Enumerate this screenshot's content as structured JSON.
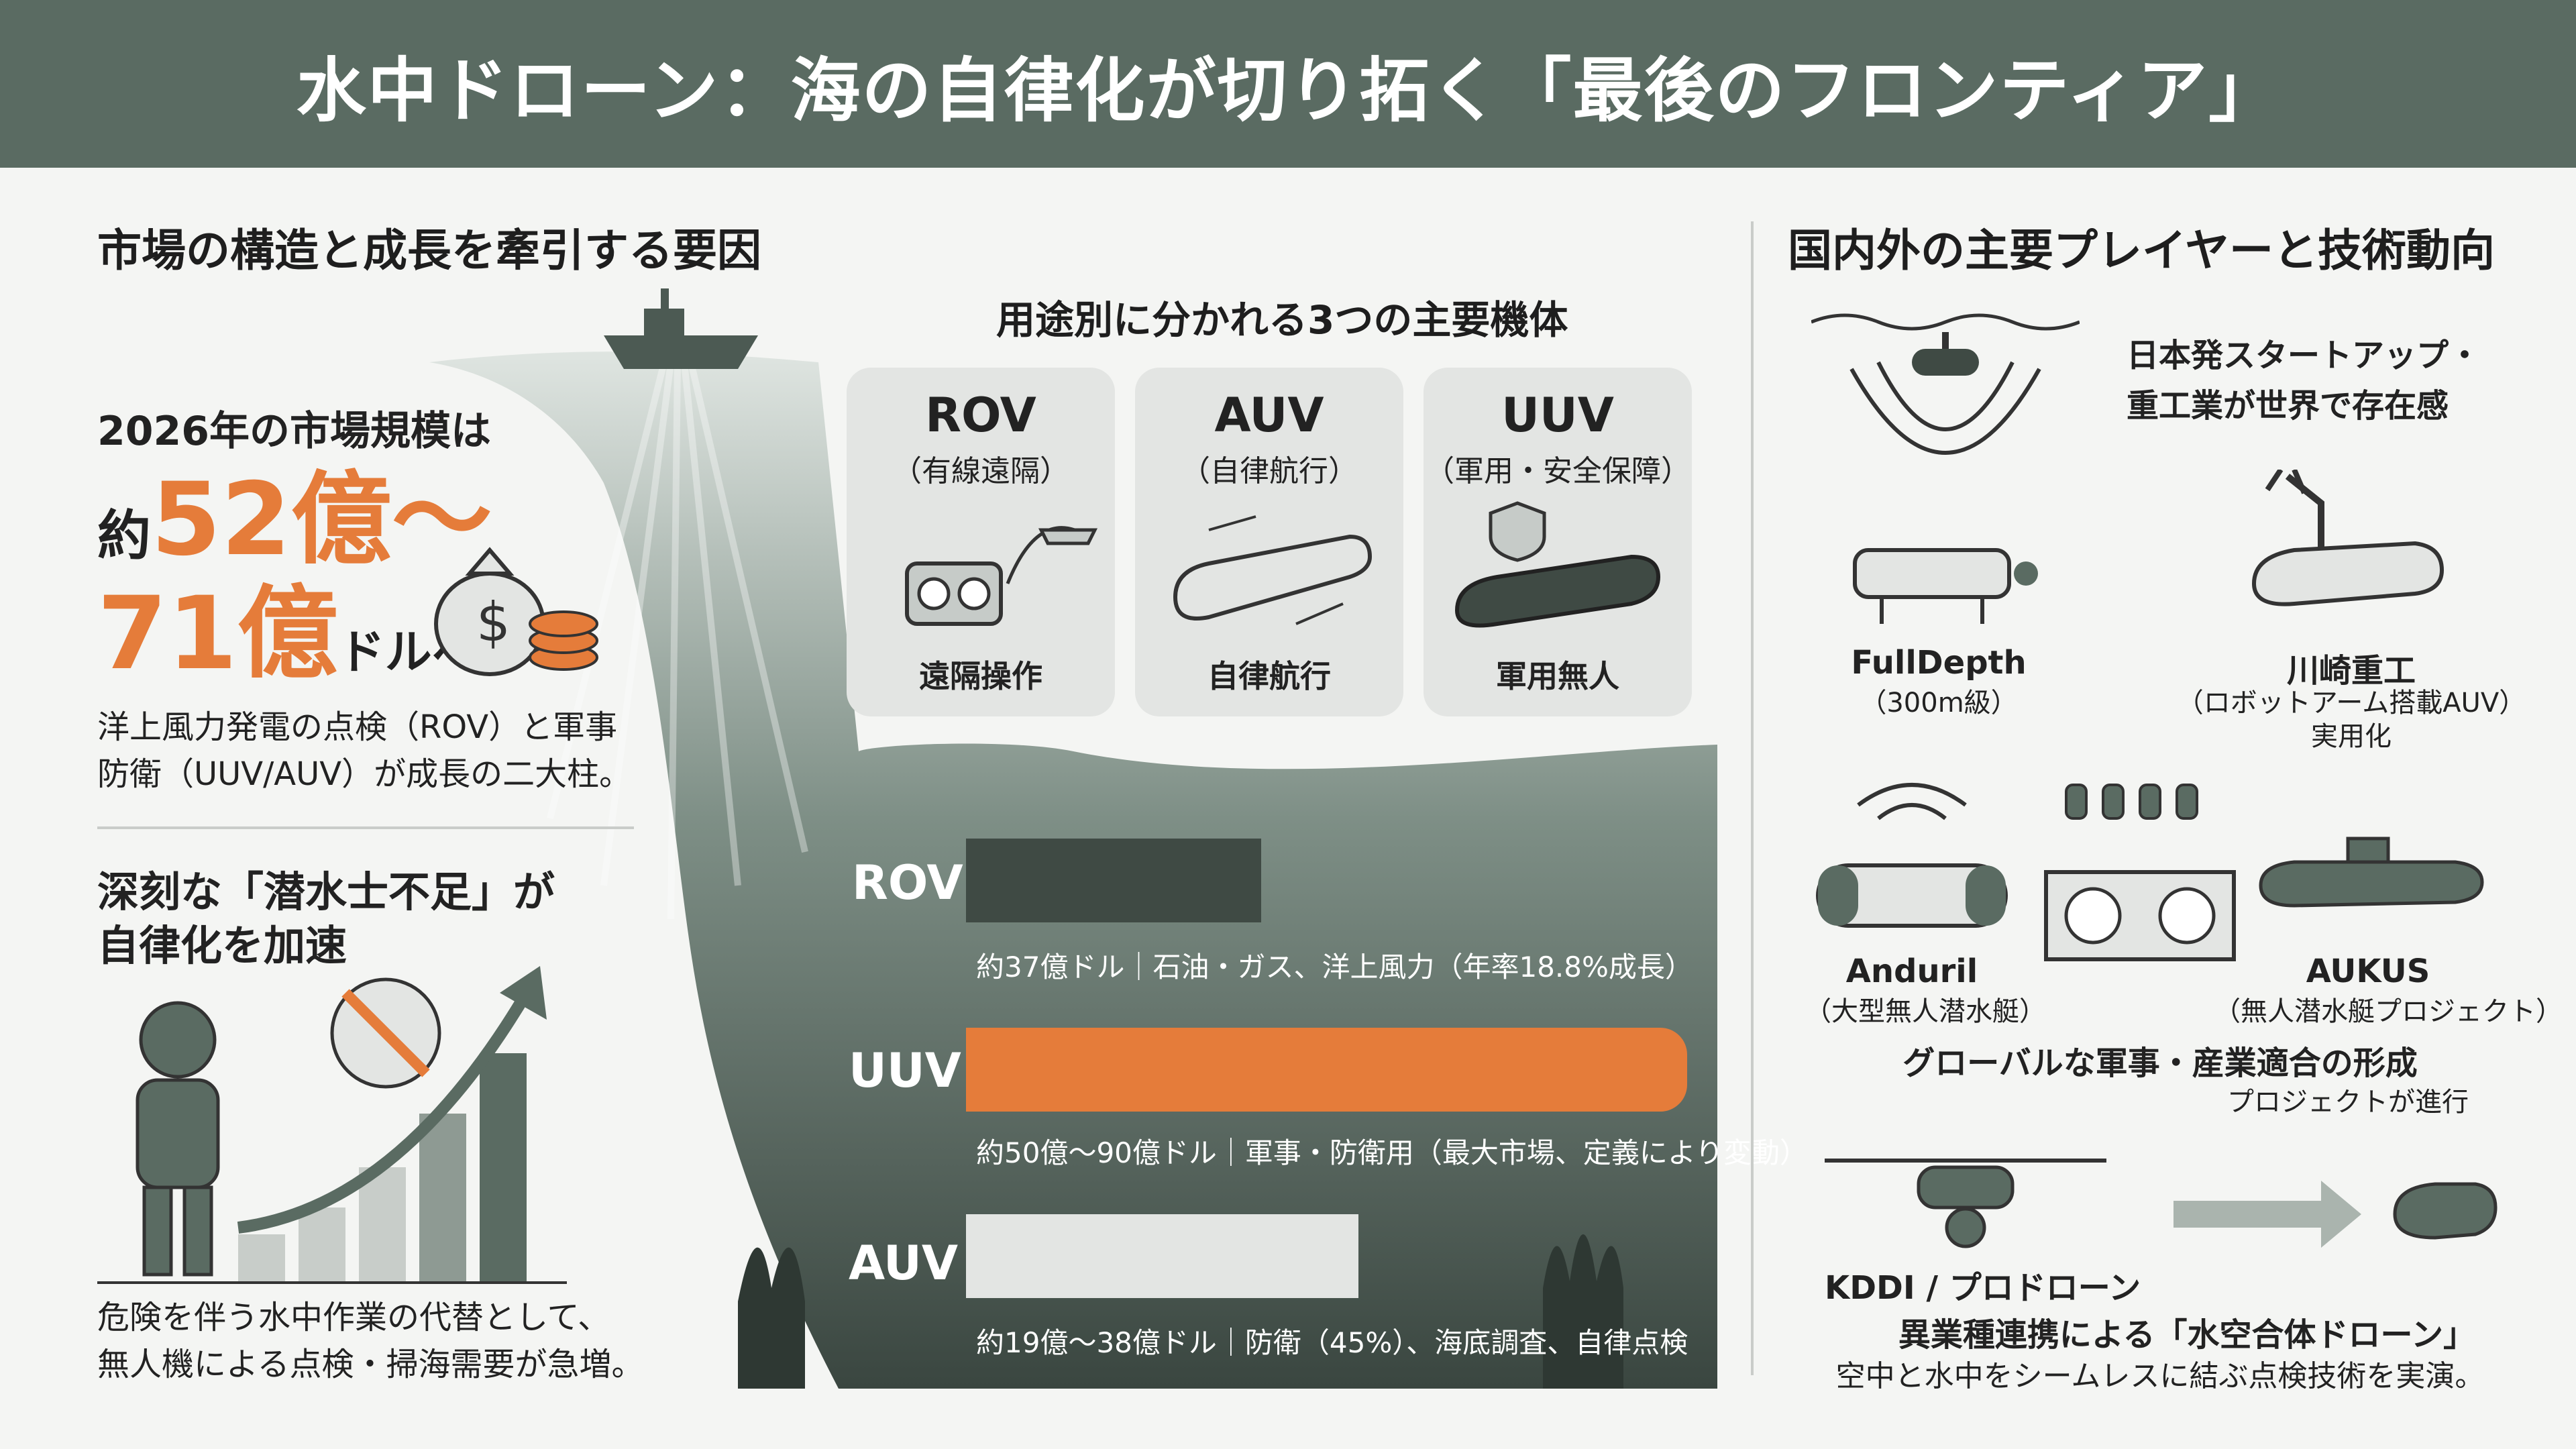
{
  "title": "水中ドローン：海の自律化が切り拓く「最後のフロンティア」",
  "left": {
    "heading": "市場の構造と成長を牽引する要因",
    "market_intro": "2026年の市場規模は",
    "market_prefix": "約",
    "market_value_1": "52億〜",
    "market_value_2": "71億",
    "market_suffix": "ドルへ",
    "market_note_1": "洋上風力発電の点検（ROV）と軍事",
    "market_note_2": "防衛（UUV/AUV）が成長の二大柱。",
    "shortage_title_1": "深刻な「潜水士不足」が",
    "shortage_title_2": "自律化を加速",
    "shortage_note_1": "危険を伴う水中作業の代替として、",
    "shortage_note_2": "無人機による点検・掃海需要が急増。"
  },
  "center": {
    "heading": "用途別に分かれる3つの主要機体",
    "cards": [
      {
        "title": "ROV",
        "sub": "（有線遠隔）",
        "foot": "遠隔操作"
      },
      {
        "title": "AUV",
        "sub": "（自律航行）",
        "foot": "自律航行"
      },
      {
        "title": "UUV",
        "sub": "（軍用・安全保障）",
        "foot": "軍用無人"
      }
    ]
  },
  "chart_data": {
    "type": "bar",
    "categories": [
      "ROV",
      "UUV",
      "AUV"
    ],
    "annotations": [
      "約37億ドル｜石油・ガス、洋上風力（年率18.8%成長）",
      "約50億〜90億ドル｜軍事・防衛用（最大市場、定義により変動）",
      "約19億〜38億ドル｜防衛（45%）、海底調査、自律点検"
    ],
    "colors": [
      "#3f4a44",
      "#e57c3a",
      "#e3e5e3"
    ]
  },
  "right": {
    "heading": "国内外の主要プレイヤーと技術動向",
    "japan_1": "日本発スタートアップ・",
    "japan_2": "重工業が世界で存在感",
    "fulldepth_name": "FullDepth",
    "fulldepth_sub": "（300m級）",
    "kawasaki_name": "川崎重工",
    "kawasaki_sub_1": "（ロボットアーム搭載AUV）",
    "kawasaki_sub_2": "実用化",
    "anduril_name": "Anduril",
    "anduril_sub": "（大型無人潜水艇）",
    "aukus_name": "AUKUS",
    "aukus_sub": "（無人潜水艇プロジェクト）",
    "global_1": "グローバルな軍事・産業適合の形成",
    "global_2": "プロジェクトが進行",
    "kddi_name": "KDDI / プロドローン",
    "kddi_title": "異業種連携による「水空合体ドローン」",
    "kddi_sub": "空中と水中をシームレスに結ぶ点検技術を実演。"
  }
}
